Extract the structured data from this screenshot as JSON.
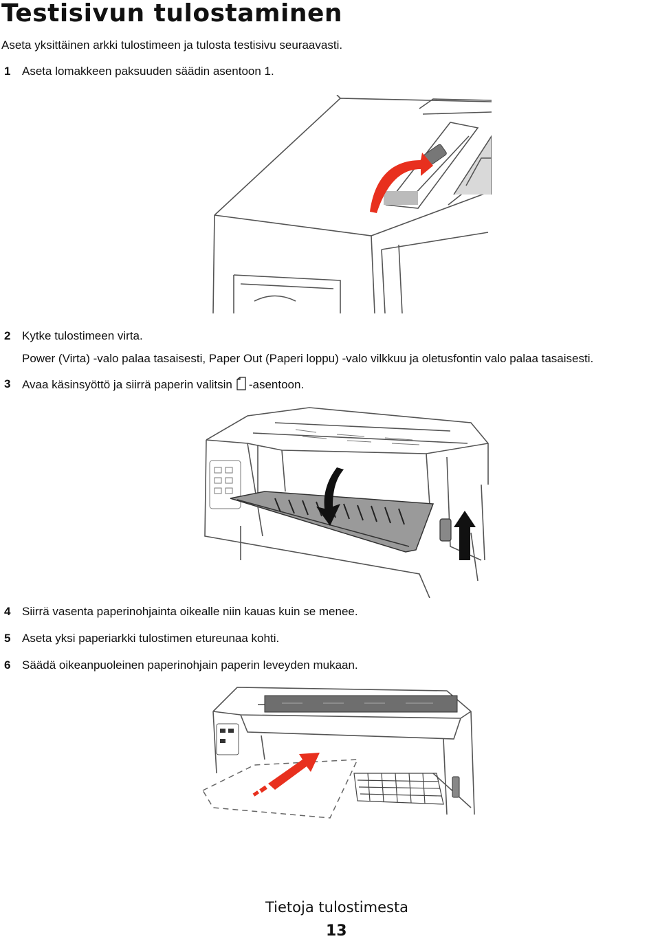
{
  "page": {
    "title": "Testisivun tulostaminen",
    "intro": "Aseta yksittäinen arkki tulostimeen ja tulosta testisivu seuraavasti."
  },
  "steps": [
    {
      "num": "1",
      "text": "Aseta lomakkeen paksuuden säädin asentoon 1."
    },
    {
      "num": "2",
      "text": "Kytke tulostimeen virta.",
      "note": "Power (Virta) -valo palaa tasaisesti, Paper Out (Paperi loppu) -valo vilkkuu ja oletusfontin valo palaa tasaisesti."
    },
    {
      "num": "3",
      "text_before": "Avaa käsinsyöttö ja siirrä paperin valitsin",
      "icon": "single-sheet-icon",
      "text_after": "-asentoon."
    },
    {
      "num": "4",
      "text": "Siirrä vasenta paperinohjainta oikealle niin kauas kuin se menee."
    },
    {
      "num": "5",
      "text": "Aseta yksi paperiarkki tulostimen etureunaa kohti."
    },
    {
      "num": "6",
      "text": "Säädä oikeanpuoleinen paperinohjain paperin leveyden mukaan."
    }
  ],
  "illustrations": {
    "accent_color": "#e8301e",
    "line_color": "#555555"
  },
  "footer": {
    "section": "Tietoja tulostimesta",
    "page_number": "13"
  }
}
